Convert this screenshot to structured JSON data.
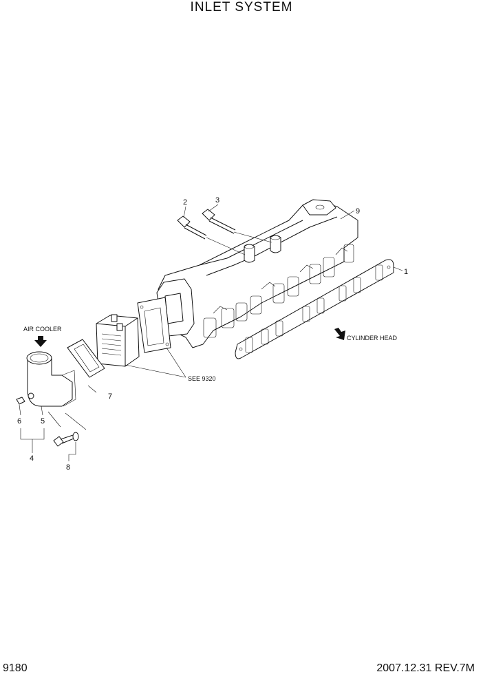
{
  "header": {
    "title": "INLET SYSTEM"
  },
  "callouts": {
    "c1": "1",
    "c2": "2",
    "c3": "3",
    "c4": "4",
    "c5": "5",
    "c6": "6",
    "c7": "7",
    "c8": "8",
    "c9": "9"
  },
  "labels": {
    "air_cooler": "AIR COOLER",
    "cylinder_head": "CYLINDER HEAD",
    "see_ref": "SEE 9320"
  },
  "footer": {
    "page_code": "9180",
    "revision": "2007.12.31  REV.7M"
  }
}
